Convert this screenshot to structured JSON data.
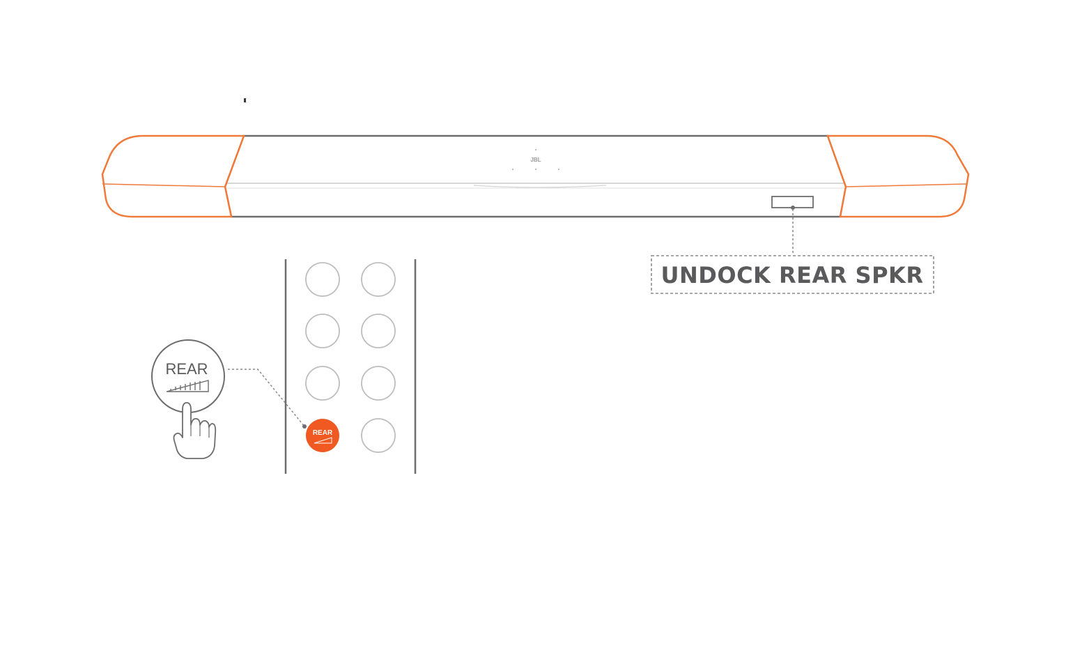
{
  "soundbar": {
    "logo": "JBL",
    "colors": {
      "accent": "#f07a3a",
      "outline": "#6d6d6f",
      "light_outline": "#c9c9c9"
    }
  },
  "display": {
    "text": "UNDOCK REAR SPKR"
  },
  "remote": {
    "highlighted_button_label": "REAR",
    "callout_label": "REAR",
    "highlight_color": "#f05a22"
  }
}
